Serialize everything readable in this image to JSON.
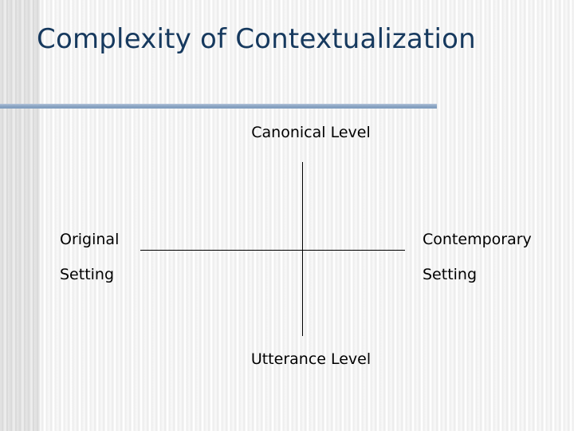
{
  "slide": {
    "title": "Complexity of Contextualization",
    "diagram": {
      "top_label": "Canonical Level",
      "bottom_label": "Utterance Level",
      "left_label_line1": "Original",
      "left_label_line2": "Setting",
      "right_label_line1": "Contemporary",
      "right_label_line2": "Setting"
    },
    "colors": {
      "title": "#16395e",
      "rule": "#8da6c4",
      "axis": "#000000",
      "label": "#000000",
      "background": "#f4f4f4"
    }
  }
}
